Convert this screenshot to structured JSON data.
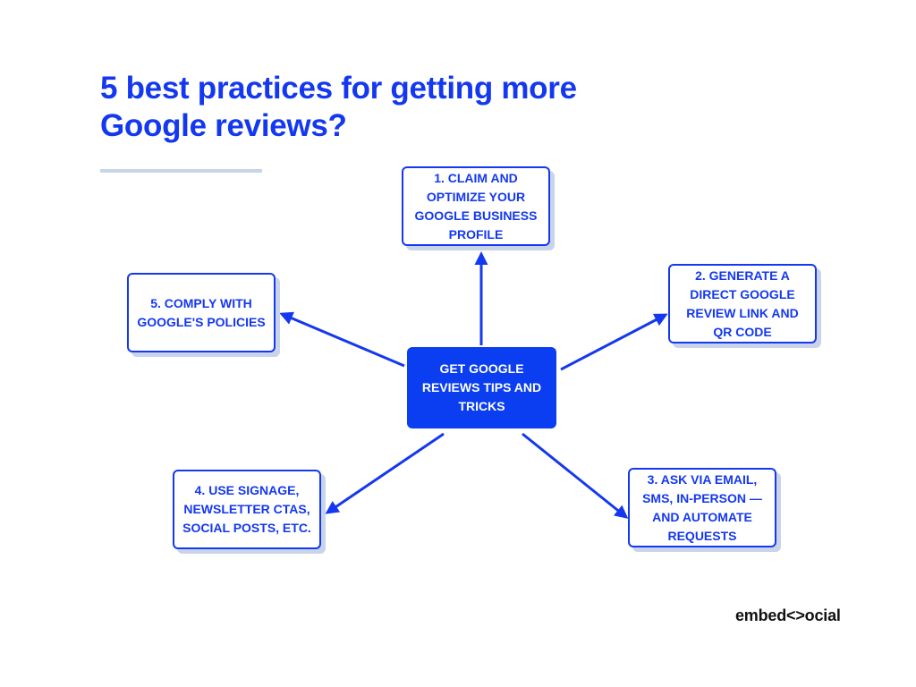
{
  "title": {
    "line1": "5 best practices for getting more",
    "line2": "Google reviews?"
  },
  "center": {
    "label": "Get Google Reviews tips and tricks"
  },
  "nodes": [
    {
      "label": "1. Claim and optimize your Google Business Profile"
    },
    {
      "label": "2. Generate a direct Google review link and QR code"
    },
    {
      "label": "3. Ask via email, SMS, in-person — and automate requests"
    },
    {
      "label": "4. Use signage, newsletter CTAs, social posts, etc."
    },
    {
      "label": "5. Comply with Google's policies"
    }
  ],
  "logo": {
    "part1": "embed",
    "mark": "<>",
    "part2": "ocial"
  },
  "colors": {
    "accent": "#1438f0",
    "center_fill": "#0a3ef0",
    "shadow": "#c9d4ea",
    "text": "#111111"
  }
}
